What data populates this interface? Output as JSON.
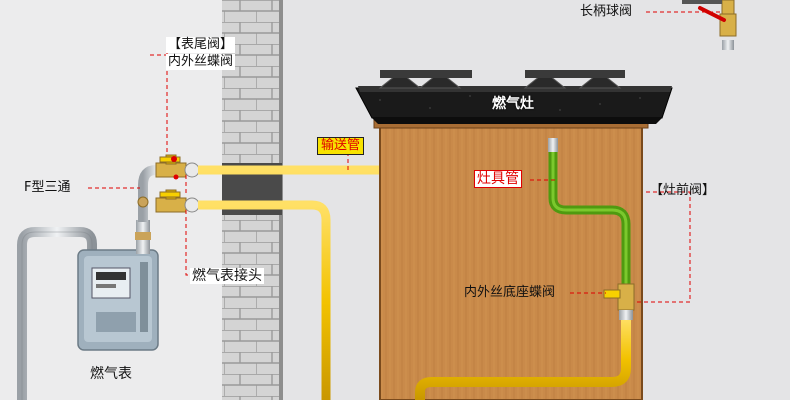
{
  "labels": {
    "tail_valve_line1": "【表尾阀】",
    "tail_valve_line2": "内外丝蝶阀",
    "f_tee": "F型三通",
    "meter": "燃气表",
    "meter_joint": "燃气表接头",
    "delivery_pipe": "输送管",
    "stove": "燃气灶",
    "stove_pipe": "灶具管",
    "stove_front_valve": "【灶前阀】",
    "long_handle_valve": "长柄球阀",
    "base_butterfly_valve": "内外丝底座蝶阀"
  },
  "colors": {
    "pipe_yellow": "#f2c200",
    "pipe_green": "#6cc01a",
    "pointer_red": "#e00000",
    "wood": "#c98a4a",
    "wall_block": "#d2d2d2",
    "stove_top": "#1c1c1c"
  }
}
